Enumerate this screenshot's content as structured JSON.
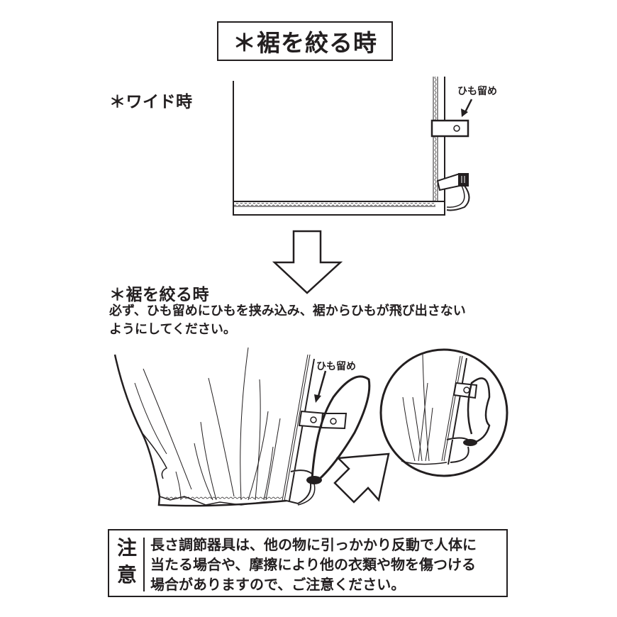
{
  "title": "＊裾を絞る時",
  "wide_section": {
    "heading": "＊ワイド時",
    "tie_label": "ひも留め"
  },
  "narrow_section": {
    "heading": "＊裾を絞る時",
    "instruction_line1": "必ず、ひも留めにひもを挟み込み、裾からひもが飛び出さない",
    "instruction_line2": "ようにしてください。",
    "tie_label": "ひも留め"
  },
  "caution": {
    "head_line1": "注",
    "head_line2": "意",
    "line1": "長さ調節器具は、他の物に引っかかり反動で人体に",
    "line2": "当たる場合や、摩擦により他の衣類や物を傷つける",
    "line3": "場合がありますので、ご注意ください。"
  },
  "icons": {
    "down_arrow": "outlined-down-arrow",
    "diagonal_arrow": "outlined-up-right-arrow",
    "small_arrow": "pointer-arrow"
  },
  "colors": {
    "ink": "#231f20",
    "background": "#ffffff"
  }
}
